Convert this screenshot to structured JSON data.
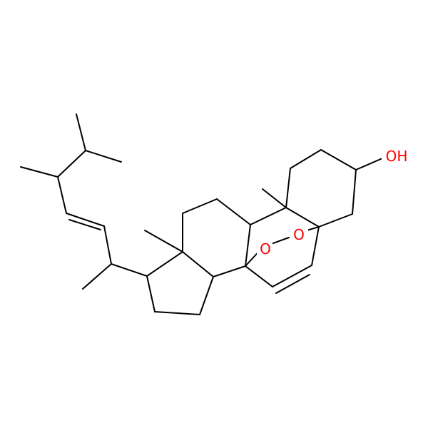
{
  "molecule": {
    "colors": {
      "bond": "#000000",
      "oxygen": "#ff0000",
      "background": "#ffffff"
    },
    "atoms": [
      {
        "id": "O1",
        "text": "O",
        "color": "#ff0000"
      },
      {
        "id": "O2",
        "text": "O",
        "color": "#ff0000"
      },
      {
        "id": "OH",
        "text": "OH",
        "color": "#ff0000"
      }
    ]
  }
}
